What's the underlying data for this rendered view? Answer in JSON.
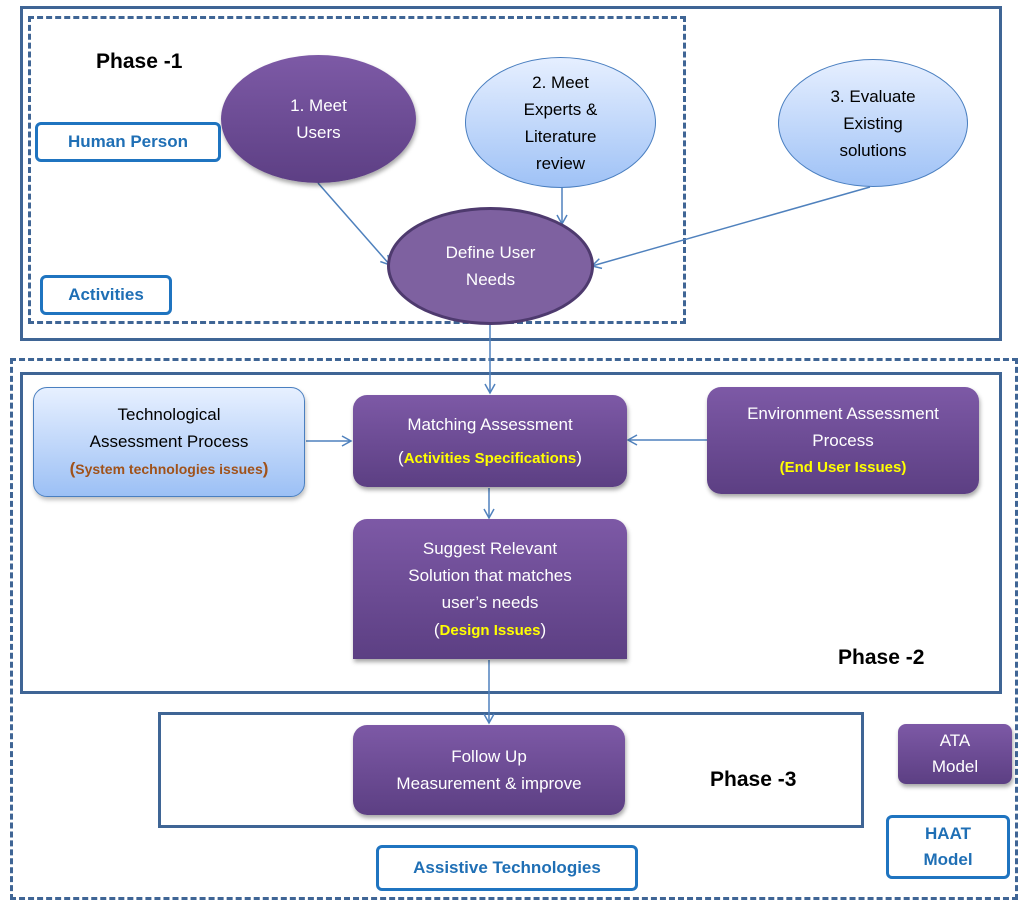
{
  "phases": {
    "phase1": "Phase -1",
    "phase2": "Phase -2",
    "phase3": "Phase -3"
  },
  "labels": {
    "human_person": "Human Person",
    "activities": "Activities",
    "assistive_technologies": "Assistive Technologies",
    "haat_model_line1": "HAAT",
    "haat_model_line2": "Model"
  },
  "nodes": {
    "meet_users": [
      "1. Meet",
      "Users"
    ],
    "meet_experts": [
      "2. Meet",
      "Experts &",
      "Literature",
      "review"
    ],
    "evaluate_existing": [
      "3. Evaluate",
      "Existing",
      "solutions"
    ],
    "define_user_needs": [
      "Define User",
      "Needs"
    ],
    "technological_assessment": {
      "lines": [
        "Technological",
        "Assessment Process"
      ],
      "note_open": "(",
      "note": "System technologies issues",
      "note_close": ")"
    },
    "matching_assessment": {
      "line": "Matching Assessment",
      "note_open": "(",
      "note": "Activities Specifications",
      "note_close": ")"
    },
    "environment_assessment": {
      "lines": [
        "Environment Assessment",
        "Process"
      ],
      "note": "(End User Issues)"
    },
    "suggest_solution": {
      "lines": [
        "Suggest Relevant",
        "Solution that matches",
        "user’s needs"
      ],
      "note_open": "(",
      "note": "Design Issues",
      "note_close": ")"
    },
    "follow_up": [
      "Follow Up",
      "Measurement & improve"
    ],
    "ata_model": [
      "ATA",
      "Model"
    ]
  },
  "colors": {
    "frame": "#3f6595",
    "label_border": "#1f74c0",
    "purple": "#6b4b94",
    "light_blue": "#b9d3f8",
    "note_yellow": "#ffff00",
    "note_brown": "#a0521a",
    "arrow": "#4f81bd"
  }
}
